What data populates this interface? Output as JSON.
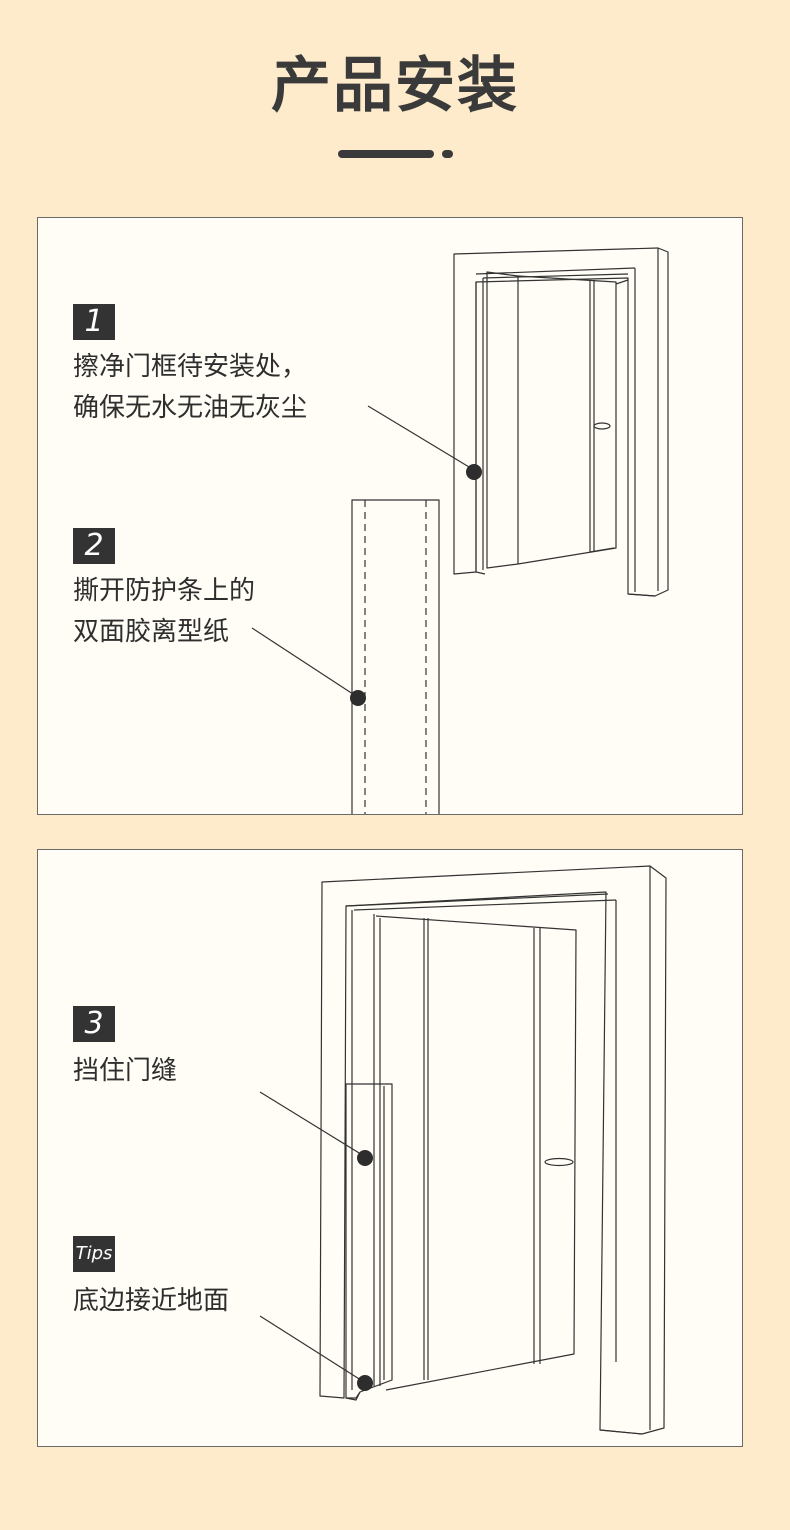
{
  "header": {
    "title": "产品安装"
  },
  "steps": [
    {
      "badge": "1",
      "lines": [
        "擦净门框待安装处，",
        "确保无水无油无灰尘"
      ]
    },
    {
      "badge": "2",
      "lines": [
        "撕开防护条上的",
        "双面胶离型纸"
      ]
    },
    {
      "badge": "3",
      "lines": [
        "挡住门缝"
      ]
    }
  ],
  "tips": {
    "badge": "Tips",
    "lines": [
      "底边接近地面"
    ]
  },
  "colors": {
    "background": "#fdebcb",
    "panel": "#fffdf6",
    "ink": "#333333"
  }
}
